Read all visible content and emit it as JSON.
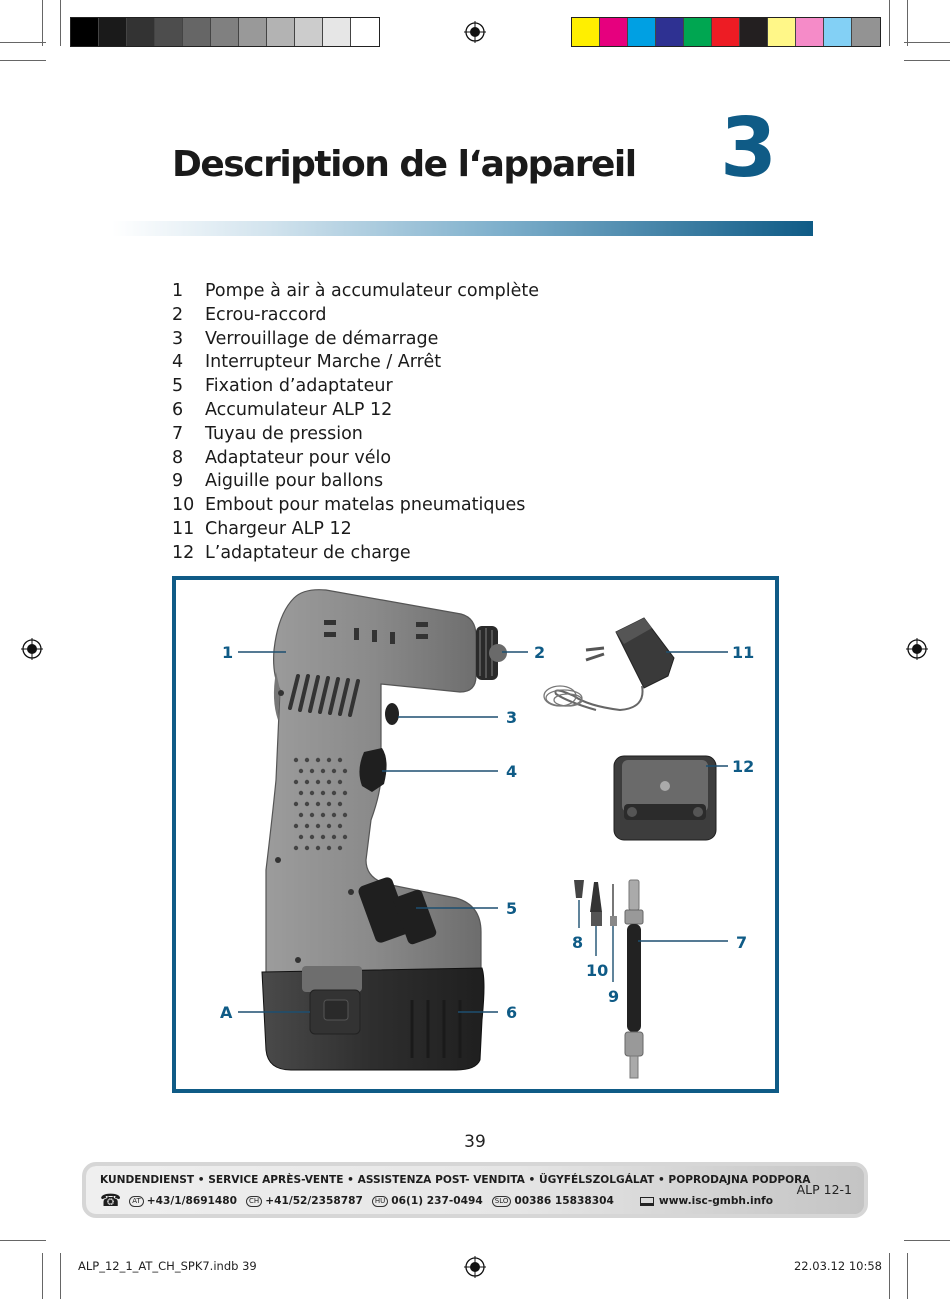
{
  "print_marks": {
    "grayscale": [
      "#000000",
      "#1a1a1a",
      "#333333",
      "#4d4d4d",
      "#666666",
      "#808080",
      "#999999",
      "#b3b3b3",
      "#cccccc",
      "#e6e6e6",
      "#ffffff"
    ],
    "colors": [
      "#ffef00",
      "#e6007e",
      "#00a0e3",
      "#2e3192",
      "#00a651",
      "#ed1c24",
      "#231f20",
      "#fff788",
      "#f58bc8",
      "#83d0f5",
      "#939393"
    ]
  },
  "header": {
    "title": "Description de l‘appareil",
    "chapter_number": "3",
    "accent_color": "#0f5b86"
  },
  "parts": [
    {
      "num": "1",
      "label": "Pompe à air à accumulateur complète"
    },
    {
      "num": "2",
      "label": "Ecrou-raccord"
    },
    {
      "num": "3",
      "label": "Verrouillage de démarrage"
    },
    {
      "num": "4",
      "label": "Interrupteur Marche / Arrêt"
    },
    {
      "num": "5",
      "label": "Fixation d’adaptateur"
    },
    {
      "num": "6",
      "label": "Accumulateur ALP 12"
    },
    {
      "num": "7",
      "label": "Tuyau de pression"
    },
    {
      "num": "8",
      "label": "Adaptateur pour vélo"
    },
    {
      "num": "9",
      "label": "Aiguille pour ballons"
    },
    {
      "num": "10",
      "label": "Embout pour matelas pneumatiques"
    },
    {
      "num": "11",
      "label": "Chargeur ALP 12"
    },
    {
      "num": "12",
      "label": "L’adaptateur de charge"
    }
  ],
  "figure": {
    "callouts": {
      "c1": "1",
      "c2": "2",
      "c3": "3",
      "c4": "4",
      "c5": "5",
      "c6": "6",
      "c7": "7",
      "c8": "8",
      "c9": "9",
      "c10": "10",
      "c11": "11",
      "c12": "12",
      "cA": "A"
    }
  },
  "page_number": "39",
  "service": {
    "heading": "KUNDENDIENST • SERVICE APRÈS-VENTE • ASSISTENZA POST- VENDITA • ÜGYFÉLSZOLGÁLAT • POPRODAJNA PODPORA",
    "numbers": [
      {
        "country": "AT",
        "number": "+43/1/8691480"
      },
      {
        "country": "CH",
        "number": "+41/52/2358787"
      },
      {
        "country": "HU",
        "number": "06(1) 237-0494"
      },
      {
        "country": "SLO",
        "number": "00386 15838304"
      }
    ],
    "website": "www.isc-gmbh.info",
    "model": "ALP 12-1"
  },
  "footer": {
    "file": "ALP_12_1_AT_CH_SPK7.indb   39",
    "datetime": "22.03.12   10:58"
  }
}
